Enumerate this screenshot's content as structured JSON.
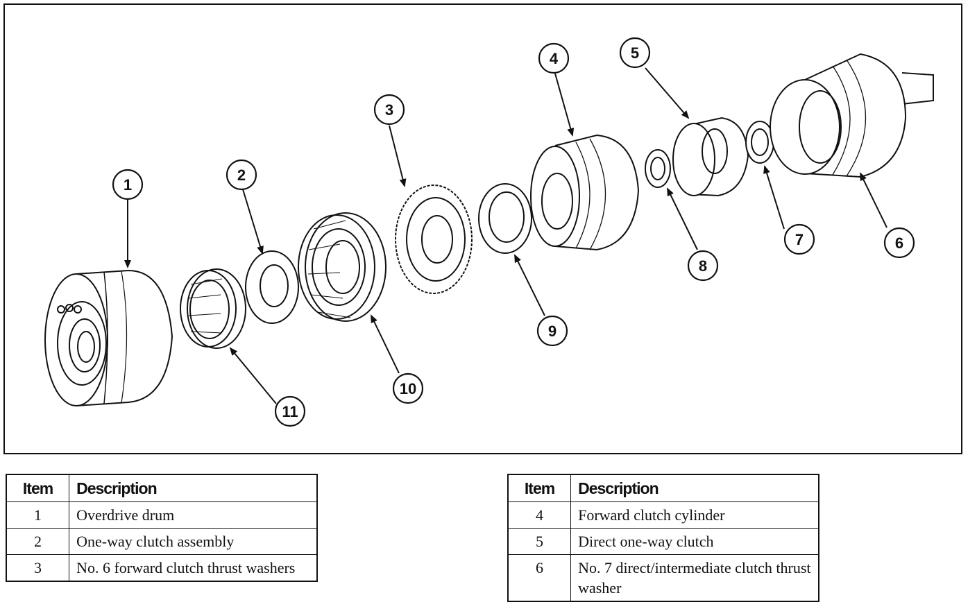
{
  "callouts": [
    "1",
    "2",
    "3",
    "4",
    "5",
    "6",
    "7",
    "8",
    "9",
    "10",
    "11"
  ],
  "legend_left": {
    "headers": {
      "item": "Item",
      "description": "Description"
    },
    "rows": [
      {
        "item": "1",
        "description": "Overdrive drum"
      },
      {
        "item": "2",
        "description": "One-way clutch assembly"
      },
      {
        "item": "3",
        "description": "No. 6 forward clutch thrust washers"
      }
    ]
  },
  "legend_right": {
    "headers": {
      "item": "Item",
      "description": "Description"
    },
    "rows": [
      {
        "item": "4",
        "description": "Forward clutch cylinder"
      },
      {
        "item": "5",
        "description": "Direct one-way clutch"
      },
      {
        "item": "6",
        "description": "No. 7 direct/intermediate clutch thrust washer"
      }
    ]
  }
}
